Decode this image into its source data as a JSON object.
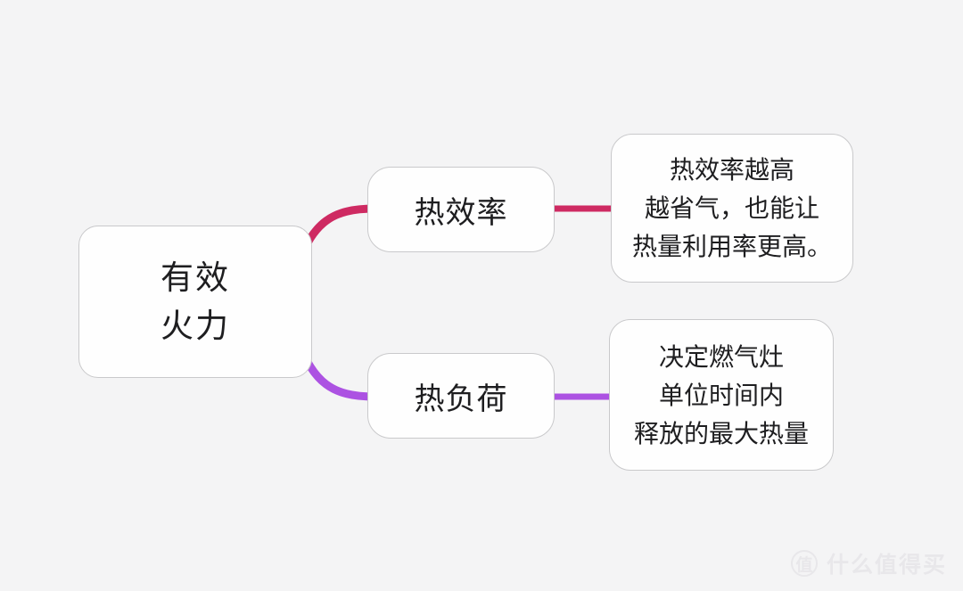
{
  "page": {
    "background": "#F4F4F5",
    "text_color": "#1E1E20"
  },
  "mindmap": {
    "root": {
      "line1": "有效",
      "line2": "火力"
    },
    "branches": [
      {
        "label": "热效率",
        "color": "#CE2A62",
        "note_lines": [
          "热效率越高",
          "越省气，也能让",
          "热量利用率更高。"
        ]
      },
      {
        "label": "热负荷",
        "color": "#AC52E2",
        "note_lines": [
          "决定燃气灶",
          "单位时间内",
          "释放的最大热量"
        ]
      }
    ]
  },
  "watermark": {
    "badge": "值",
    "label": "什么值得买"
  }
}
